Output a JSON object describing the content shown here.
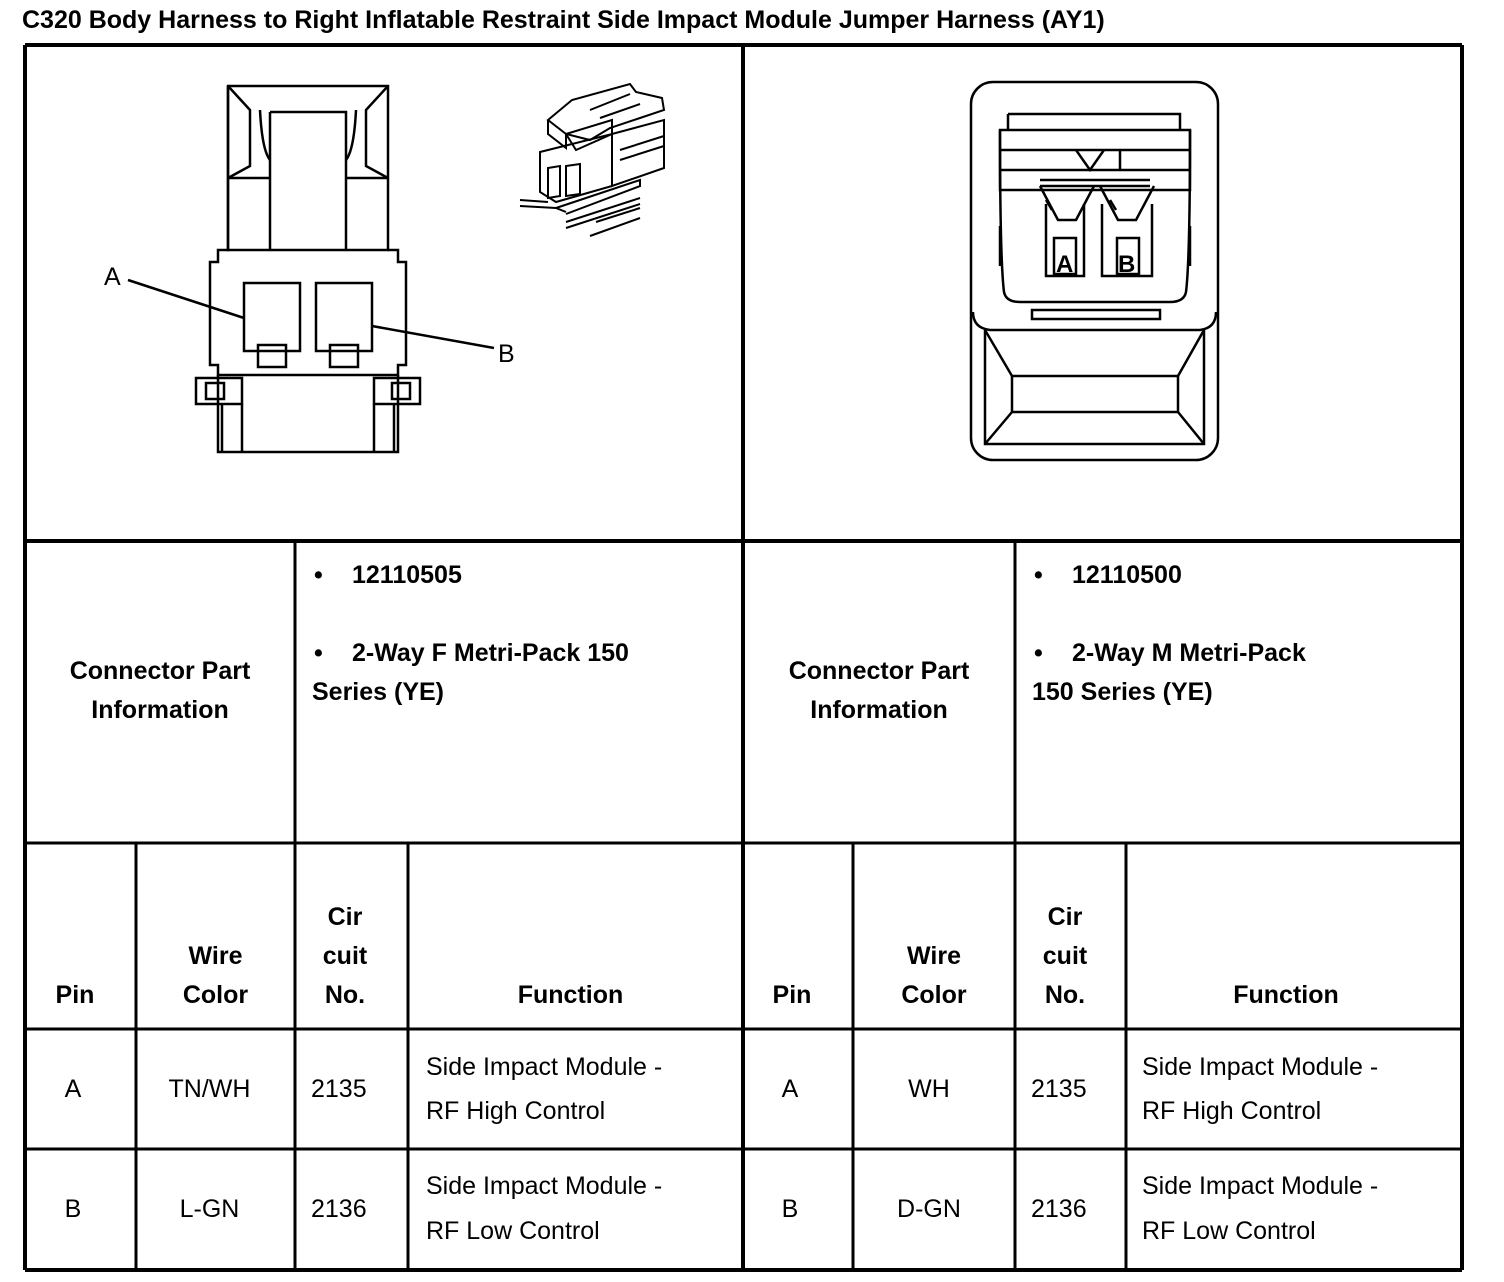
{
  "title": "C320 Body Harness to Right Inflatable Restraint Side Impact Module Jumper Harness (AY1)",
  "left": {
    "callouts": {
      "a": "A",
      "b": "B"
    },
    "connector_info_label": [
      "Connector Part",
      "Information"
    ],
    "part_number": "12110505",
    "part_desc_line1": "2-Way F Metri-Pack 150",
    "part_desc_line2": "Series (YE)",
    "headers": {
      "pin": "Pin",
      "wire1": "Wire",
      "wire2": "Color",
      "cir1": "Cir",
      "cir2": "cuit",
      "cir3": "No.",
      "function": "Function"
    },
    "rows": [
      {
        "pin": "A",
        "wire_color": "TN/WH",
        "circuit": "2135",
        "function_l1": "Side Impact Module -",
        "function_l2": "RF High Control"
      },
      {
        "pin": "B",
        "wire_color": "L-GN",
        "circuit": "2136",
        "function_l1": "Side Impact Module -",
        "function_l2": "RF Low Control"
      }
    ]
  },
  "right": {
    "terminal_labels": {
      "a": "A",
      "b": "B"
    },
    "connector_info_label": [
      "Connector Part",
      "Information"
    ],
    "part_number": "12110500",
    "part_desc_line1": "2-Way M Metri-Pack",
    "part_desc_line2": "150 Series (YE)",
    "headers": {
      "pin": "Pin",
      "wire1": "Wire",
      "wire2": "Color",
      "cir1": "Cir",
      "cir2": "cuit",
      "cir3": "No.",
      "function": "Function"
    },
    "rows": [
      {
        "pin": "A",
        "wire_color": "WH",
        "circuit": "2135",
        "function_l1": "Side Impact Module -",
        "function_l2": "RF High Control"
      },
      {
        "pin": "B",
        "wire_color": "D-GN",
        "circuit": "2136",
        "function_l1": "Side Impact Module -",
        "function_l2": "RF Low Control"
      }
    ]
  },
  "bullet_glyph": "•"
}
